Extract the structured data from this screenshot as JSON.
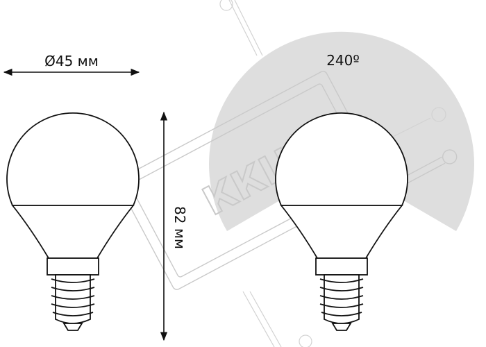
{
  "dimensions": {
    "diameter_label": "Ø45 мм",
    "height_label": "82 мм",
    "beam_angle_label": "240º"
  },
  "watermark": {
    "text": "ККЦ"
  },
  "colors": {
    "line": "#111111",
    "beam_fill": "#dedede",
    "watermark": "#c9c9c9",
    "bulb_fill": "#ffffff"
  }
}
